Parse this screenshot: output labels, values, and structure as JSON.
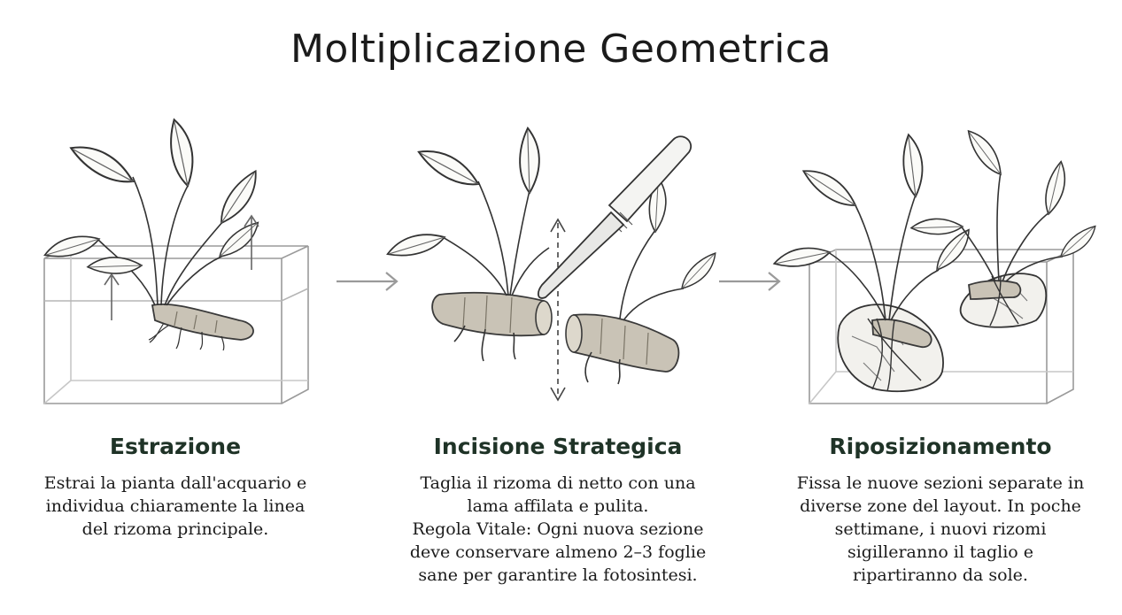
{
  "title": "Moltiplicazione Geometrica",
  "steps": [
    {
      "heading": "Estrazione",
      "lines": [
        "Estrai la pianta dall'acquario e",
        "individua chiaramente la linea",
        "del rizoma principale."
      ]
    },
    {
      "heading": "Incisione Strategica",
      "lines": [
        "Taglia il rizoma di netto con una",
        "lama affilata e pulita.",
        "Regola Vitale: Ogni nuova sezione",
        "deve conservare almeno 2–3 foglie",
        "sane per garantire la fotosintesi."
      ]
    },
    {
      "heading": "Riposizionamento",
      "lines": [
        "Fissa le nuove sezioni separate in",
        "diverse zone del layout. In poche",
        "settimane, i nuovi rizomi",
        "sigilleranno il taglio e",
        "ripartiranno da sole."
      ]
    }
  ],
  "colors": {
    "heading": "#1f3327",
    "rhizome": "#c9c3b6",
    "line": "#3a3a3a",
    "arrow": "#9a9a9a"
  }
}
